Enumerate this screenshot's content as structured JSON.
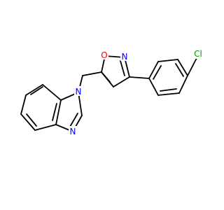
{
  "molecule": {
    "atoms": {
      "oxygen": {
        "label": "O",
        "color": "#ff0000"
      },
      "isoxazole_nitrogen": {
        "label": "N",
        "color": "#0000ff"
      },
      "benzimidazole_n1": {
        "label": "N",
        "color": "#0000ff"
      },
      "benzimidazole_n3": {
        "label": "N",
        "color": "#0000ff"
      },
      "chlorine": {
        "label": "Cl",
        "color": "#00a000"
      }
    },
    "bond_color": "#000000"
  }
}
